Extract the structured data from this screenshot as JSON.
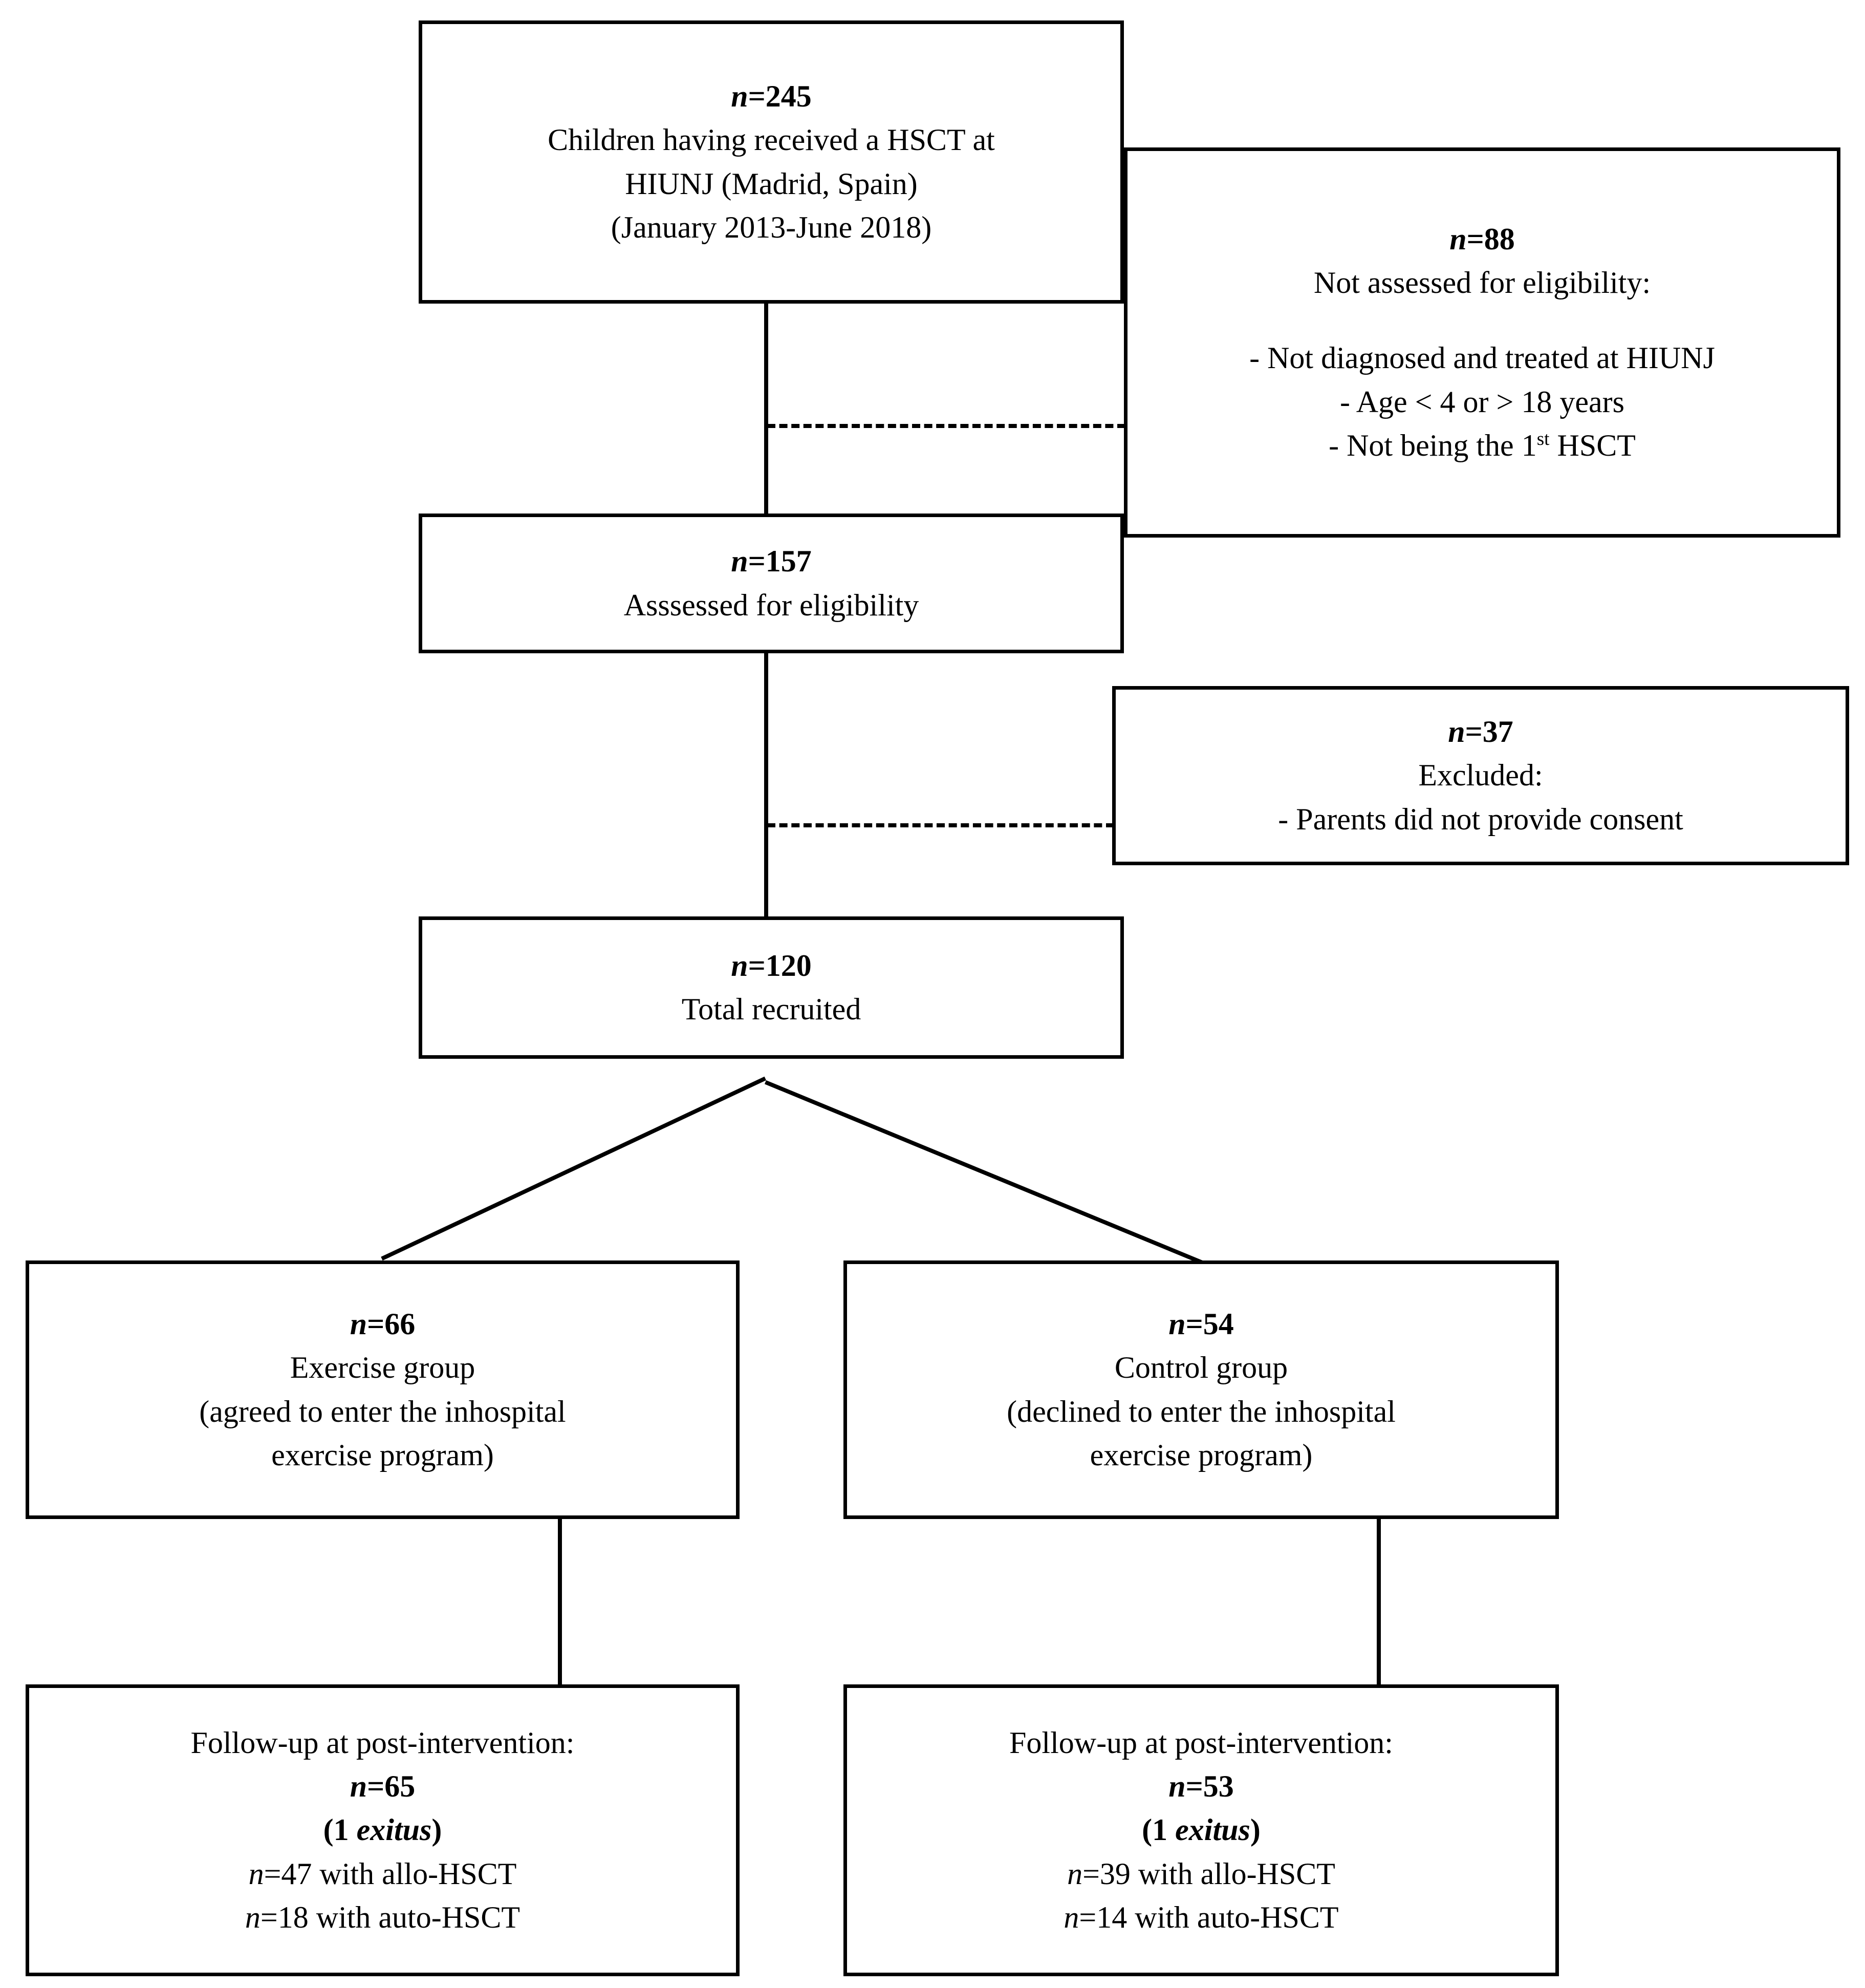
{
  "diagram": {
    "title": "CONSORT participant flow diagram",
    "type": "flowchart",
    "stroke_color": "#000000",
    "background_color": "#ffffff"
  },
  "boxes": {
    "screened": {
      "n_label": "n=245",
      "lines": [
        "Children having received a HSCT at",
        "HIUNJ (Madrid, Spain)",
        "(January 2013-June 2018)"
      ]
    },
    "not_eligible": {
      "n_label": "n=88",
      "heading": "Not assessed for eligibility:",
      "bullets": [
        "-  Not diagnosed and treated at HIUNJ",
        "- Age < 4 or > 18 years"
      ],
      "bullet_last_pre": "- Not being the 1",
      "bullet_last_sup": "st",
      "bullet_last_post": " HSCT"
    },
    "assessed": {
      "n_label": "n=157",
      "lines": [
        "Asssessed for eligibility"
      ]
    },
    "excluded": {
      "n_label": "n=37",
      "heading": "Excluded:",
      "bullets": [
        "- Parents did not provide consent"
      ]
    },
    "recruited": {
      "n_label": "n=120",
      "lines": [
        "Total recruited"
      ]
    },
    "exercise_group": {
      "n_label": "n=66",
      "lines": [
        "Exercise group",
        "(agreed to enter the inhospital",
        "exercise program)"
      ]
    },
    "control_group": {
      "n_label": "n=54",
      "lines": [
        "Control group",
        "(declined to enter the inhospital",
        "exercise program)"
      ]
    },
    "followup_exercise": {
      "heading": "Follow-up at post-intervention:",
      "n_label": "n=65",
      "exitus_open": "(",
      "exitus_count": "1 ",
      "exitus_word": "exitus",
      "exitus_close": ")",
      "detail_lines": [
        {
          "n": "n=47",
          "rest": " with allo-HSCT"
        },
        {
          "n": "n=18",
          "rest": " with auto-HSCT"
        }
      ]
    },
    "followup_control": {
      "heading": "Follow-up at post-intervention:",
      "n_label": "n=53",
      "exitus_open": "(",
      "exitus_count": "1 ",
      "exitus_word": "exitus",
      "exitus_close": ")",
      "detail_lines": [
        {
          "n": "n=39",
          "rest": " with allo-HSCT"
        },
        {
          "n": "n=14",
          "rest": " with auto-HSCT"
        }
      ]
    }
  },
  "connectors": {
    "trunk_screened_to_assessed": "solid-vertical",
    "trunk_assessed_to_recruited": "solid-vertical",
    "dashed_to_not_eligible": "dashed-horizontal",
    "dashed_to_excluded": "dashed-horizontal",
    "split_to_groups": "v-branch",
    "trunk_exercise_to_followup": "solid-vertical",
    "trunk_control_to_followup": "solid-vertical"
  }
}
